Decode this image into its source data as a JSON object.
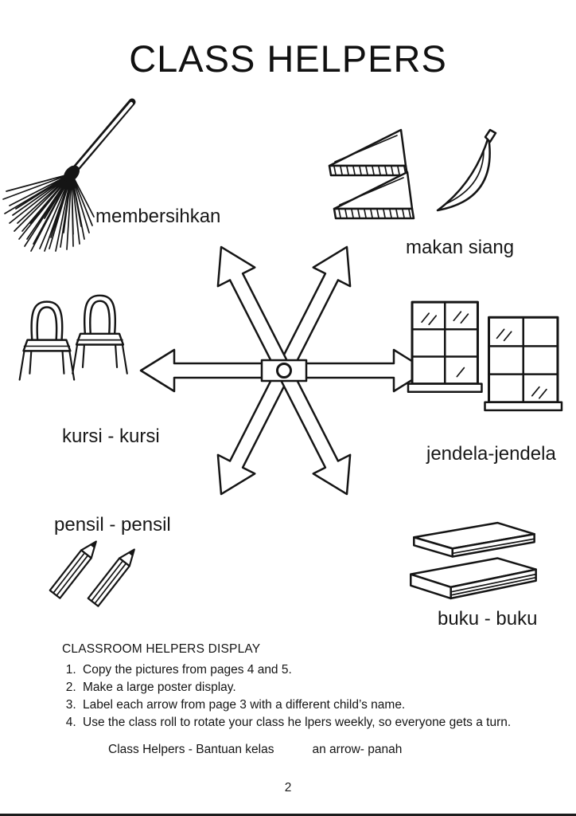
{
  "page": {
    "title": "CLASS HELPERS",
    "page_number": "2"
  },
  "labels": {
    "broom": "membersihkan",
    "lunch": "makan siang",
    "chairs": "kursi - kursi",
    "windows": "jendela-jendela",
    "pencils": "pensil - pensil",
    "books": "buku - buku"
  },
  "illustrations": {
    "top_left": "broom",
    "top_right": "sandwich-and-banana",
    "left": "two-chairs",
    "right": "two-windows",
    "bottom_left": "two-pencils",
    "bottom_right": "two-books",
    "center": "six-arrow-spinner"
  },
  "instructions": {
    "heading": "CLASSROOM HELPERS DISPLAY",
    "items": [
      "Copy the pictures from pages 4 and 5.",
      "Make a large poster display.",
      "Label each arrow from page 3 with a different child’s name.",
      "Use the class roll to rotate your class he lpers weekly, so everyone gets a turn."
    ],
    "footer_left": "Class Helpers - Bantuan kelas",
    "footer_right": "an arrow- panah"
  }
}
